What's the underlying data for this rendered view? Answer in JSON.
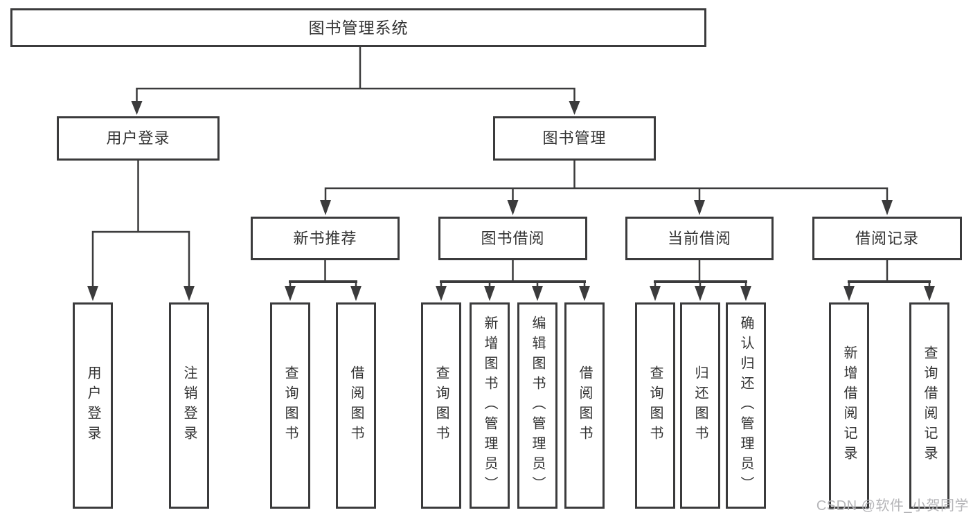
{
  "diagram": {
    "root": {
      "label": "图书管理系统"
    },
    "branches": [
      {
        "label": "用户登录",
        "children": [
          {
            "label": "用户登录"
          },
          {
            "label": "注销登录"
          }
        ]
      },
      {
        "label": "图书管理",
        "sections": [
          {
            "label": "新书推荐",
            "children": [
              {
                "label": "查询图书"
              },
              {
                "label": "借阅图书"
              }
            ]
          },
          {
            "label": "图书借阅",
            "children": [
              {
                "label": "查询图书"
              },
              {
                "label": "新增图书（管理员）"
              },
              {
                "label": "编辑图书（管理员）"
              },
              {
                "label": "借阅图书"
              }
            ]
          },
          {
            "label": "当前借阅",
            "children": [
              {
                "label": "查询图书"
              },
              {
                "label": "归还图书"
              },
              {
                "label": "确认归还（管理员）"
              }
            ]
          },
          {
            "label": "借阅记录",
            "children": [
              {
                "label": "新增借阅记录"
              },
              {
                "label": "查询借阅记录"
              }
            ]
          }
        ]
      }
    ]
  },
  "watermark": {
    "text": "CSDN @软件_小贺同学",
    "color": "#b5b5b8"
  },
  "colors": {
    "line": "#3b3b3c",
    "node_border": "#3b3b3c",
    "node_text": "#333333",
    "node_background": "#ffffff",
    "page_background": "#ffffff"
  }
}
